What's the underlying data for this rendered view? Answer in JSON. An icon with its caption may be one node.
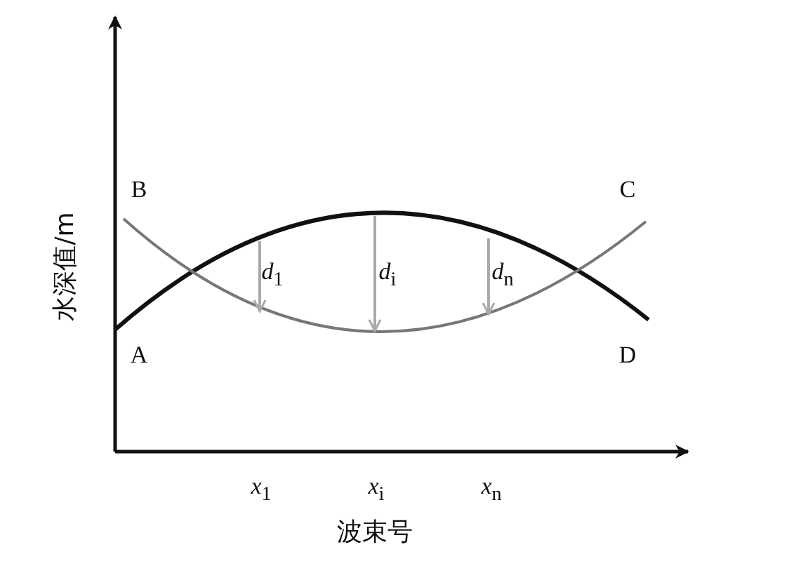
{
  "diagram": {
    "labels": [
      "水深值/m",
      "B",
      "C",
      "*d*$_{1}$",
      "*d*$_{i}$",
      "*d*$_{n}$",
      "A",
      "D",
      "*x*$_{1}$",
      "*x*$_{i}$",
      "*x*$_{n}$",
      "波束号"
    ]
  }
}
